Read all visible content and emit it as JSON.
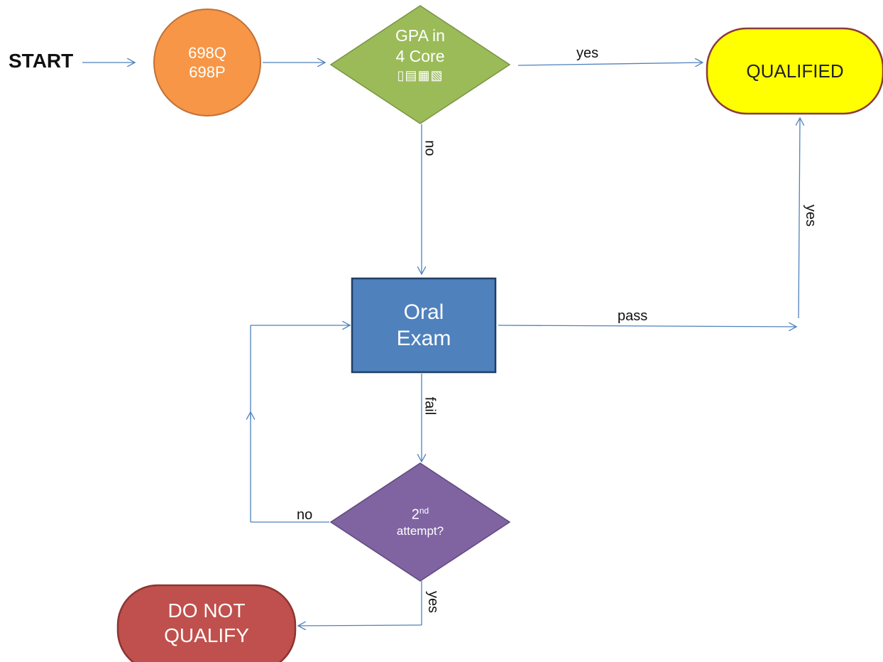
{
  "start_label": "START",
  "nodes": {
    "courses": {
      "line1": "698Q",
      "line2": "698P"
    },
    "gpa_decision": {
      "line1": "GPA in",
      "line2": "4 Core",
      "line3": "▯▤▦▧"
    },
    "qualified": {
      "label": "QUALIFIED"
    },
    "oral_exam": {
      "line1": "Oral",
      "line2": "Exam"
    },
    "attempt_decision": {
      "ordinal": "2",
      "ordinal_suffix": "nd",
      "line2": "attempt?"
    },
    "do_not_qualify": {
      "line1": "DO NOT",
      "line2": "QUALIFY"
    }
  },
  "edge_labels": {
    "gpa_yes": "yes",
    "gpa_no": "no",
    "oral_pass": "pass",
    "pass_up_yes": "yes",
    "oral_fail": "fail",
    "attempt_no": "no",
    "attempt_yes": "yes"
  },
  "colors": {
    "courses_fill": "#F79646",
    "courses_stroke": "#C0703A",
    "gpa_fill": "#9BBB59",
    "gpa_stroke": "#7A9445",
    "qualified_fill": "#FFFF00",
    "qualified_stroke": "#8B3A3A",
    "oral_fill": "#4F81BD",
    "oral_stroke": "#1F3E66",
    "attempt_fill": "#8064A2",
    "attempt_stroke": "#5F4A7D",
    "dnq_fill": "#C0504D",
    "dnq_stroke": "#8C3431",
    "connector": "#4F81BD"
  }
}
